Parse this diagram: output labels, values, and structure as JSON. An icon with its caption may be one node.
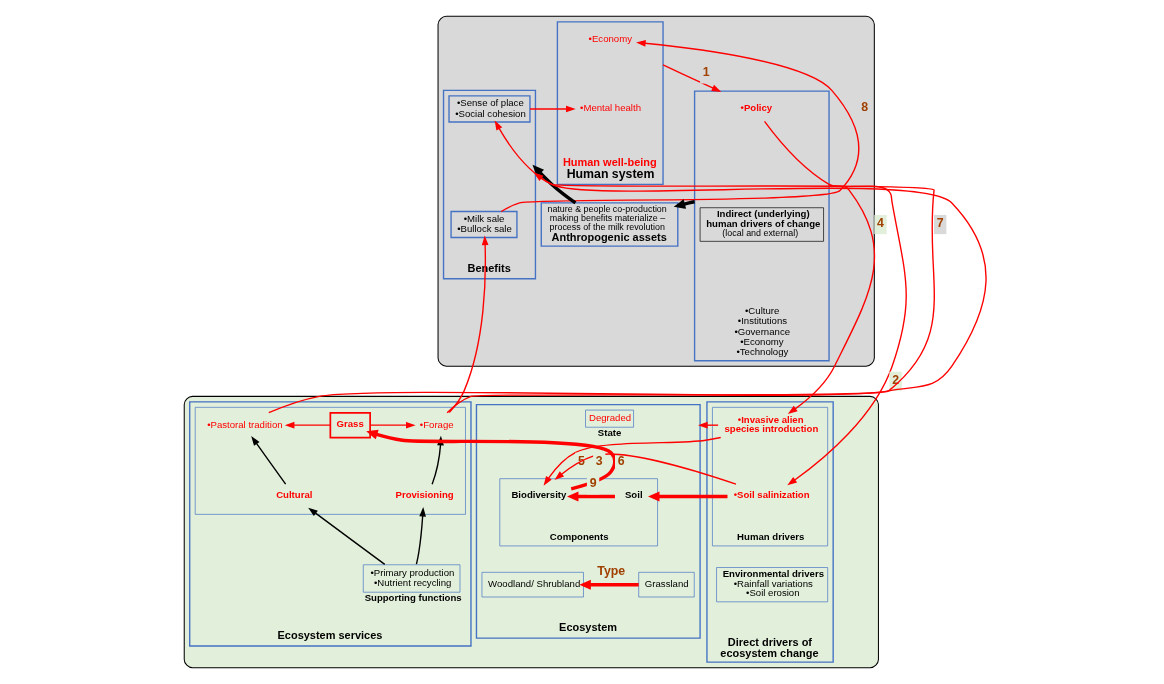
{
  "diagram": {
    "nodes": [
      {
        "text": [],
        "shape": "box"
      },
      {
        "text": [
          "Human well-being",
          "Human system"
        ],
        "in": 0
      },
      {
        "text": [
          "•Economy"
        ],
        "in": 1
      },
      {
        "text": [
          "•Mental health"
        ],
        "in": 1
      },
      {
        "text": [
          "Benefits"
        ],
        "in": 0
      },
      {
        "text": [
          "•Sense of place",
          "•Social cohesion"
        ],
        "in": 4
      },
      {
        "text": [
          "•Milk sale",
          "•Bullock sale"
        ],
        "in": 4
      },
      {
        "text": [
          "nature & people co-production making benefits materialize – process of the milk revolution",
          "Anthropogenic assets"
        ],
        "in": 0
      },
      {
        "text": [
          "•Culture",
          "•Institutions",
          "•Governance",
          "•Economy",
          "•Technology"
        ],
        "in": 0
      },
      {
        "text": [
          "•Policy"
        ],
        "in": 8
      },
      {
        "text": [
          "Indirect (underlying) human drivers of change",
          "(local and external)"
        ],
        "in": 8
      },
      {
        "text": [],
        "shape": "box"
      },
      {
        "text": [
          "Ecosystem services"
        ],
        "in": 11
      },
      {
        "text": [],
        "shape": "box",
        "in": 12
      },
      {
        "text": [
          "•Forage"
        ],
        "in": 13
      },
      {
        "text": [
          "Grass"
        ],
        "in": 13
      },
      {
        "text": [
          "•Pastoral tradition"
        ],
        "in": 13
      },
      {
        "text": [
          "Provisioning"
        ],
        "in": 13
      },
      {
        "text": [
          "Cultural"
        ],
        "in": 13
      },
      {
        "text": [
          "•Primary production",
          "•Nutrient recycling"
        ],
        "beside": [
          "Supporting functions"
        ],
        "in": 12
      },
      {
        "text": [
          "Ecosystem"
        ],
        "in": 11
      },
      {
        "text": [
          "Degraded"
        ],
        "beside": [
          "State"
        ],
        "in": 20
      },
      {
        "text": [
          "Components"
        ],
        "in": 20
      },
      {
        "text": [
          "Biodiversity"
        ],
        "in": 22
      },
      {
        "text": [
          "Soil"
        ],
        "in": 22
      },
      {
        "text": [
          "Woodland/ Shrubland"
        ],
        "in": 20
      },
      {
        "text": [
          "Grassland"
        ],
        "in": 20
      },
      {
        "text": [
          "Direct drivers of ecosystem change"
        ],
        "in": 11
      },
      {
        "text": [
          "Human drivers"
        ],
        "in": 27
      },
      {
        "text": [
          "•Invasive alien species introduction"
        ],
        "in": 28
      },
      {
        "text": [
          "•Soil salinization"
        ],
        "in": 28
      },
      {
        "text": [
          "Environmental drivers",
          "•Rainfall variations",
          "•Soil erosion"
        ],
        "in": 27
      }
    ],
    "edges": [
      {
        "from": 1,
        "to": 8,
        "arrow": "to",
        "label": "1"
      },
      {
        "from": 8,
        "to": 30,
        "arrow": "to",
        "label": "2"
      },
      {
        "from": 30,
        "to": 22,
        "arrow": "to",
        "label": "3"
      },
      {
        "from": 9,
        "to": 29,
        "arrow": "to",
        "label": "4"
      },
      {
        "from": 29,
        "to": 23,
        "arrow": "to",
        "label": "5"
      },
      {
        "from": 29,
        "to": 20,
        "arrow": "to"
      },
      {
        "from": 30,
        "to": 24,
        "arrow": "to",
        "style": "thick"
      },
      {
        "from": 24,
        "to": 23,
        "arrow": "to",
        "style": "thick",
        "label": "9"
      },
      {
        "from": 23,
        "to": 15,
        "arrow": "to",
        "style": "thick",
        "label": "6"
      },
      {
        "from": 26,
        "to": 25,
        "arrow": "to",
        "style": "thick",
        "label": "Type"
      },
      {
        "from": 15,
        "to": 14,
        "arrow": "to"
      },
      {
        "from": 15,
        "to": 16,
        "arrow": "to"
      },
      {
        "from": 17,
        "to": 14,
        "arrow": "to",
        "color": "#000000"
      },
      {
        "from": 18,
        "to": 16,
        "arrow": "to",
        "color": "#000000"
      },
      {
        "from": 19,
        "to": 17,
        "arrow": "to",
        "color": "#000000"
      },
      {
        "from": 19,
        "to": 18,
        "arrow": "to",
        "color": "#000000"
      },
      {
        "from": 14,
        "to": 6,
        "arrow": "to"
      },
      {
        "from": 16,
        "to": 5,
        "arrow": "to"
      },
      {
        "from": 14,
        "to": 4,
        "arrow": "to",
        "label": "7"
      },
      {
        "from": 6,
        "to": 2,
        "arrow": "to",
        "label": "8"
      },
      {
        "from": 5,
        "to": 3,
        "arrow": "to"
      },
      {
        "from": 8,
        "to": 7,
        "arrow": "to",
        "color": "#000000",
        "style": "thick"
      },
      {
        "from": 7,
        "to": 4,
        "arrow": "to",
        "color": "#000000",
        "style": "thick"
      }
    ]
  }
}
